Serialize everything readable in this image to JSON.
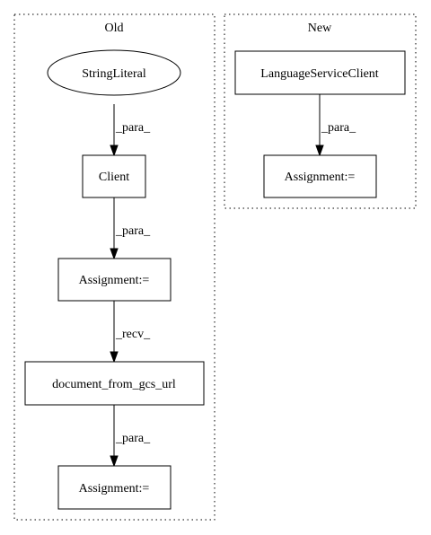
{
  "clusters": {
    "old": {
      "title": "Old"
    },
    "new": {
      "title": "New"
    }
  },
  "nodes": {
    "string_literal": "StringLiteral",
    "client": "Client",
    "old_assignment_1": "Assignment:=",
    "document_from_gcs_url": "document_from_gcs_url",
    "old_assignment_2": "Assignment:=",
    "language_service_client": "LanguageServiceClient",
    "new_assignment": "Assignment:="
  },
  "edges": {
    "string_literal_to_client": "_para_",
    "client_to_assignment": "_para_",
    "assignment_to_document": "_recv_",
    "document_to_assignment": "_para_",
    "language_client_to_assignment": "_para_"
  }
}
